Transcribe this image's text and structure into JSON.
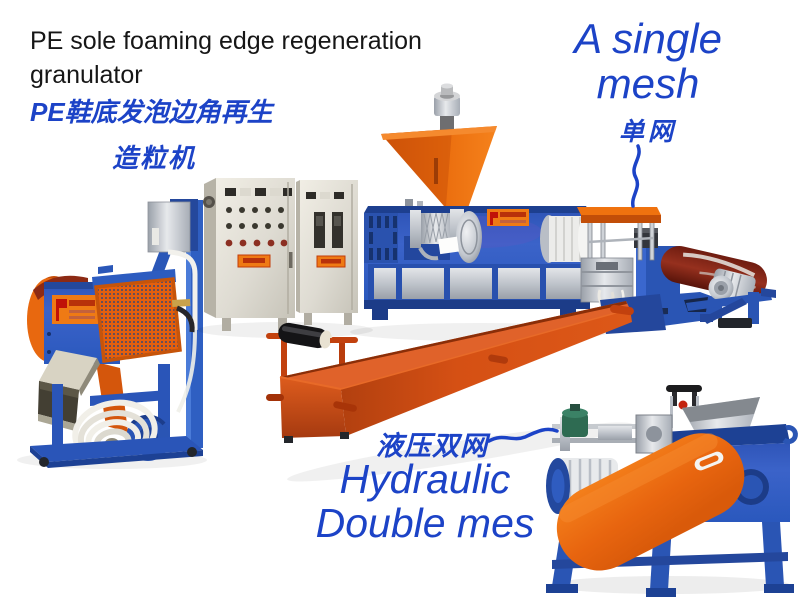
{
  "page": {
    "background": "#ffffff"
  },
  "colors": {
    "page_bg": "#ffffff",
    "title_black": "#161616",
    "annotation_blue": "#1c43c7",
    "machine_blue": "#2b5ec5",
    "machine_blue_dark": "#1d4194",
    "machine_orange": "#e8650f",
    "trough_orange": "#cc4a14",
    "cabinet_beige": "#dfdcd3",
    "steel_gray": "#c9cdd2"
  },
  "annotations": {
    "title_en": {
      "line1": "PE sole foaming edge regeneration",
      "line2": "granulator"
    },
    "title_zh": {
      "line1": "PE鞋底发泡边角再生",
      "line2": "造粒机"
    },
    "single_mesh": {
      "en_line1": "A single",
      "en_line2": "mesh",
      "zh": "单网"
    },
    "double_mesh": {
      "zh": "液压双网",
      "en_line1": "Hydraulic",
      "en_line2": "Double mes"
    }
  }
}
